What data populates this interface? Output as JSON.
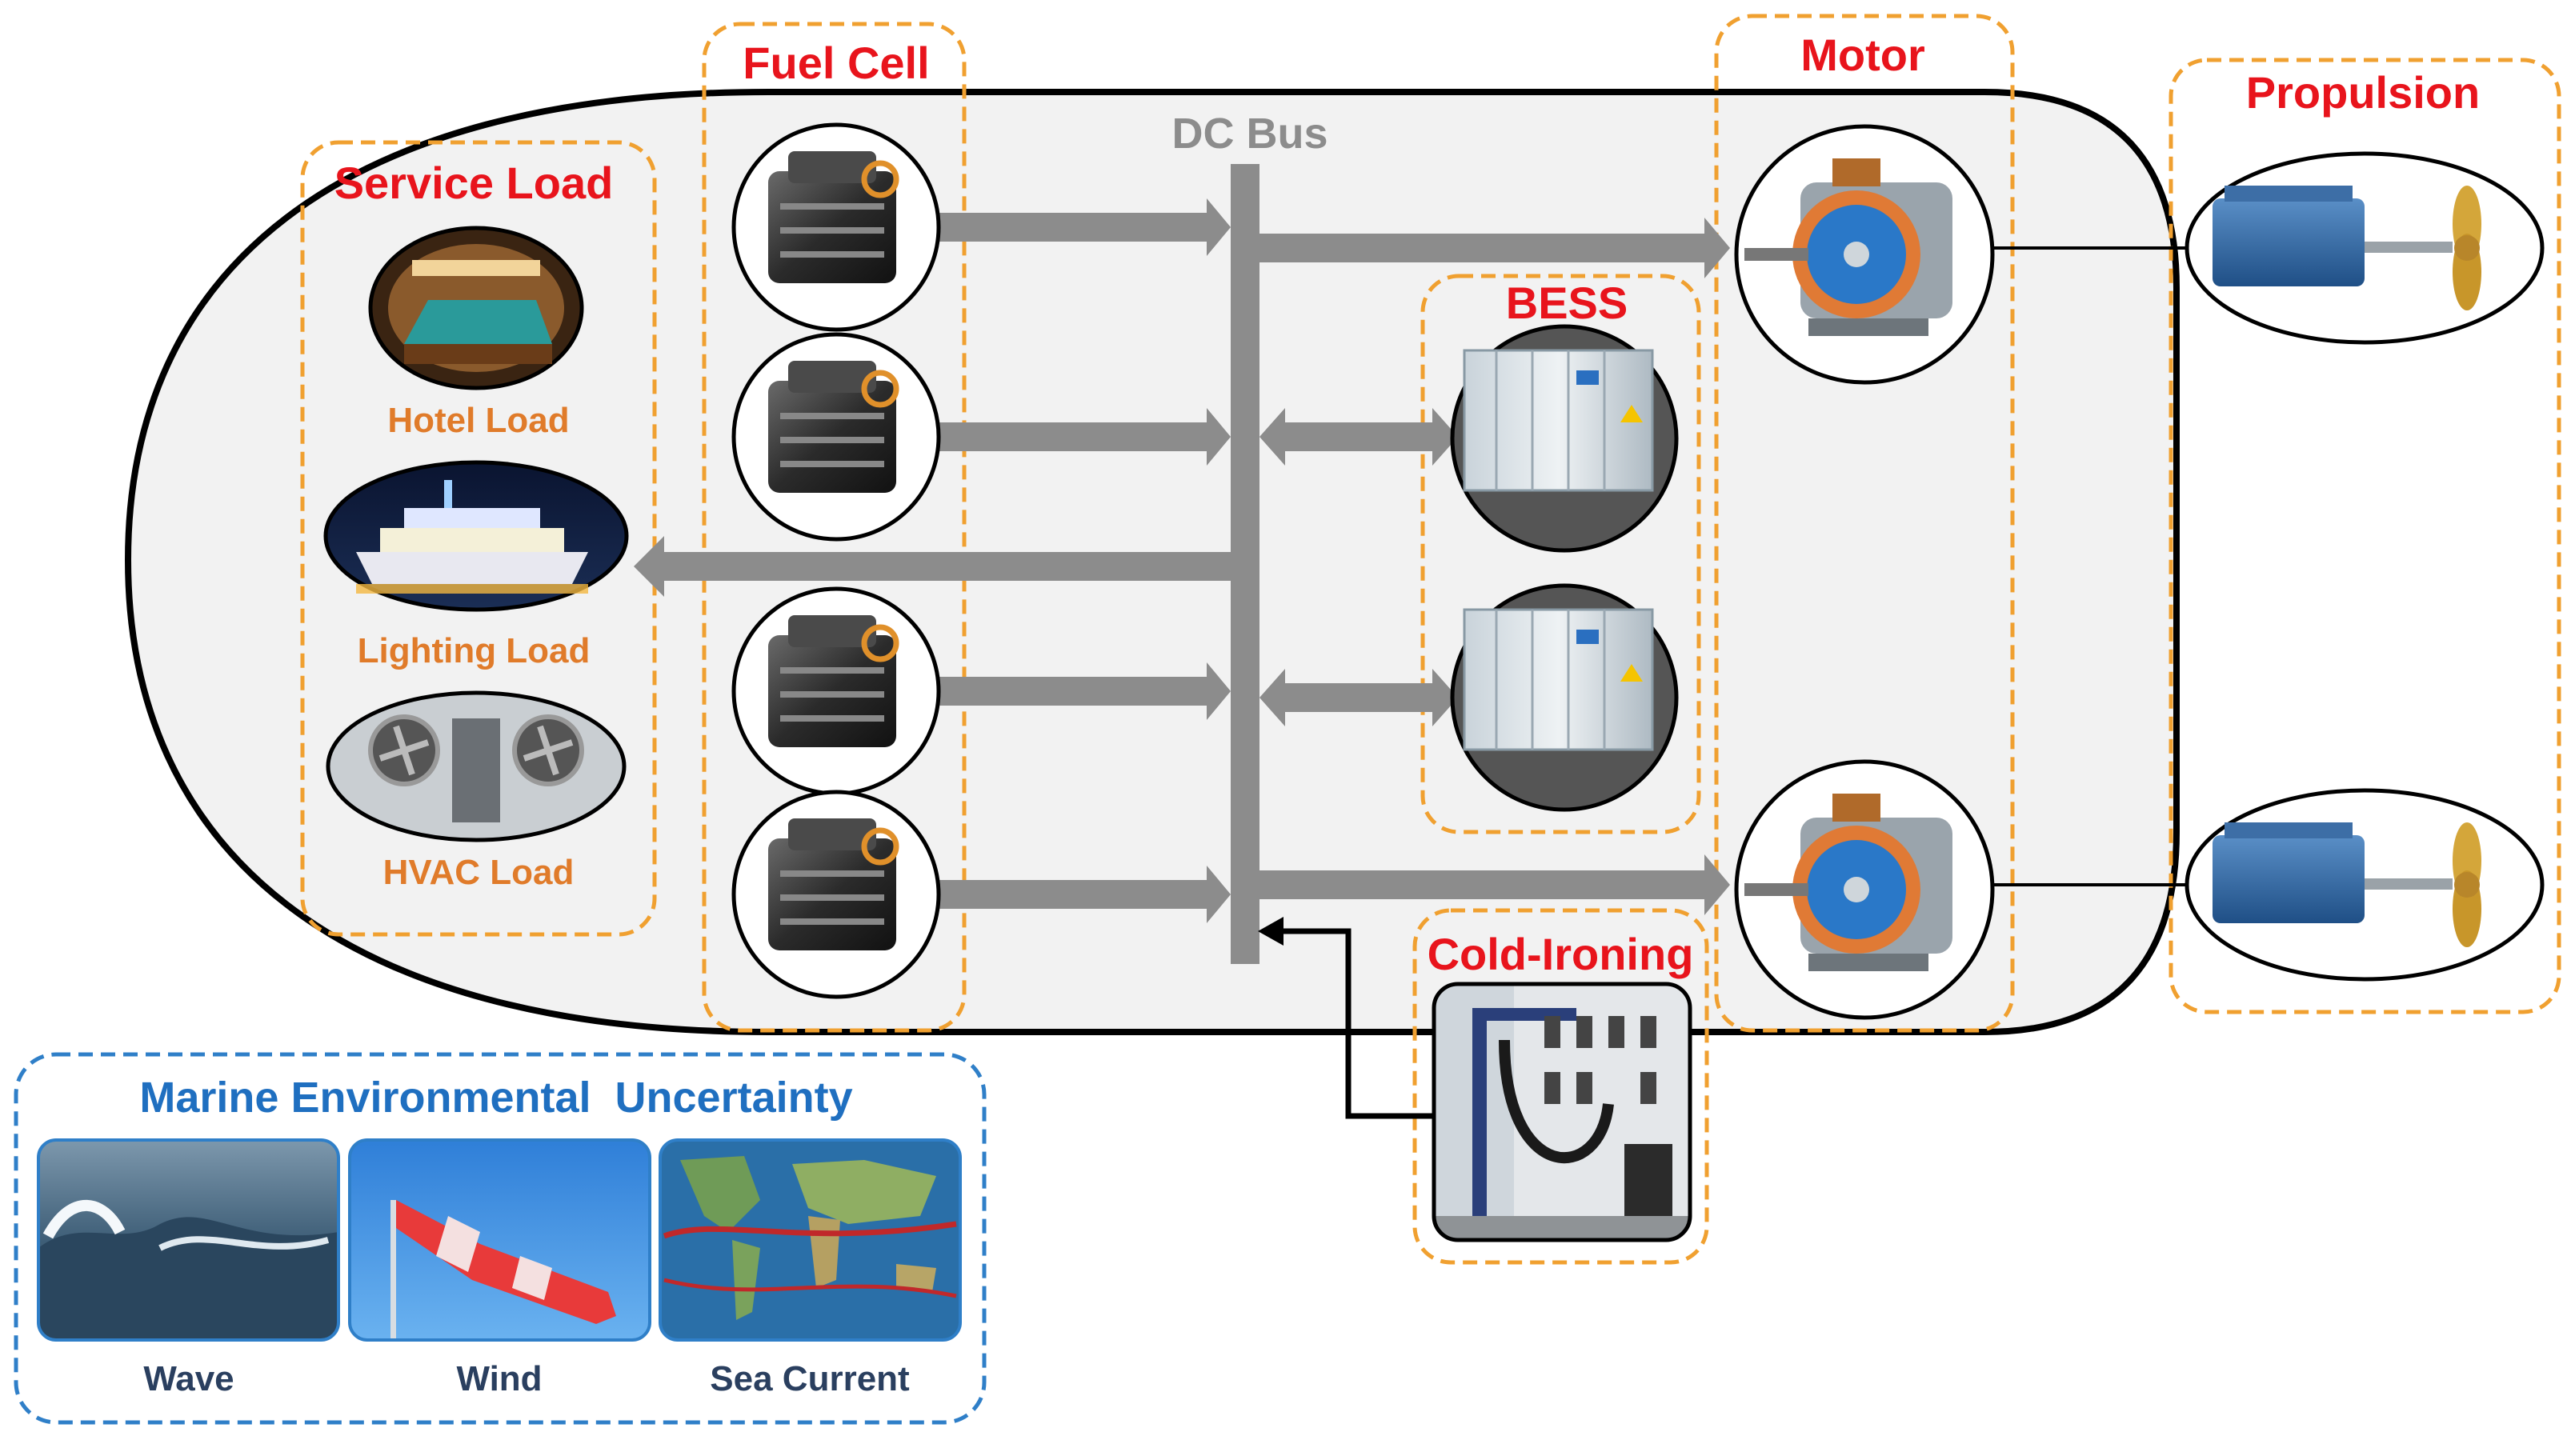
{
  "labels": {
    "service_load": "Service Load",
    "fuel_cell": "Fuel Cell",
    "dc_bus": "DC Bus",
    "motor": "Motor",
    "propulsion": "Propulsion",
    "bess": "BESS",
    "cold_ironing": "Cold-Ironing",
    "hotel_load": "Hotel Load",
    "lighting_load": "Lighting Load",
    "hvac_load": "HVAC Load",
    "env_title": "Marine Environmental  Uncertainty",
    "wave": "Wave",
    "wind": "Wind",
    "sea_current": "Sea Current"
  },
  "colors": {
    "group_title": "#e8141c",
    "load_label": "#e07b2a",
    "dashed_box": "#f0a030",
    "bus": "#8c8c8c",
    "env_title": "#1f6fc0",
    "env_box": "#2f7fc8",
    "env_label": "#2a3f5f",
    "ship_fill": "#f2f2f2",
    "ship_stroke": "#000000"
  },
  "icons": {
    "fuel_cell": "fuel-cell-stack-icon",
    "motor": "electric-motor-icon",
    "propulsion": "ship-propeller-engine-icon",
    "bess": "battery-container-icon",
    "cold_ironing": "shore-power-connection-icon",
    "hotel": "hotel-bedroom-icon",
    "lighting": "illuminated-cruise-ship-icon",
    "hvac": "hvac-fan-unit-icon",
    "wave": "ocean-wave-icon",
    "wind": "windsock-icon",
    "sea_current": "world-ocean-currents-map-icon"
  }
}
